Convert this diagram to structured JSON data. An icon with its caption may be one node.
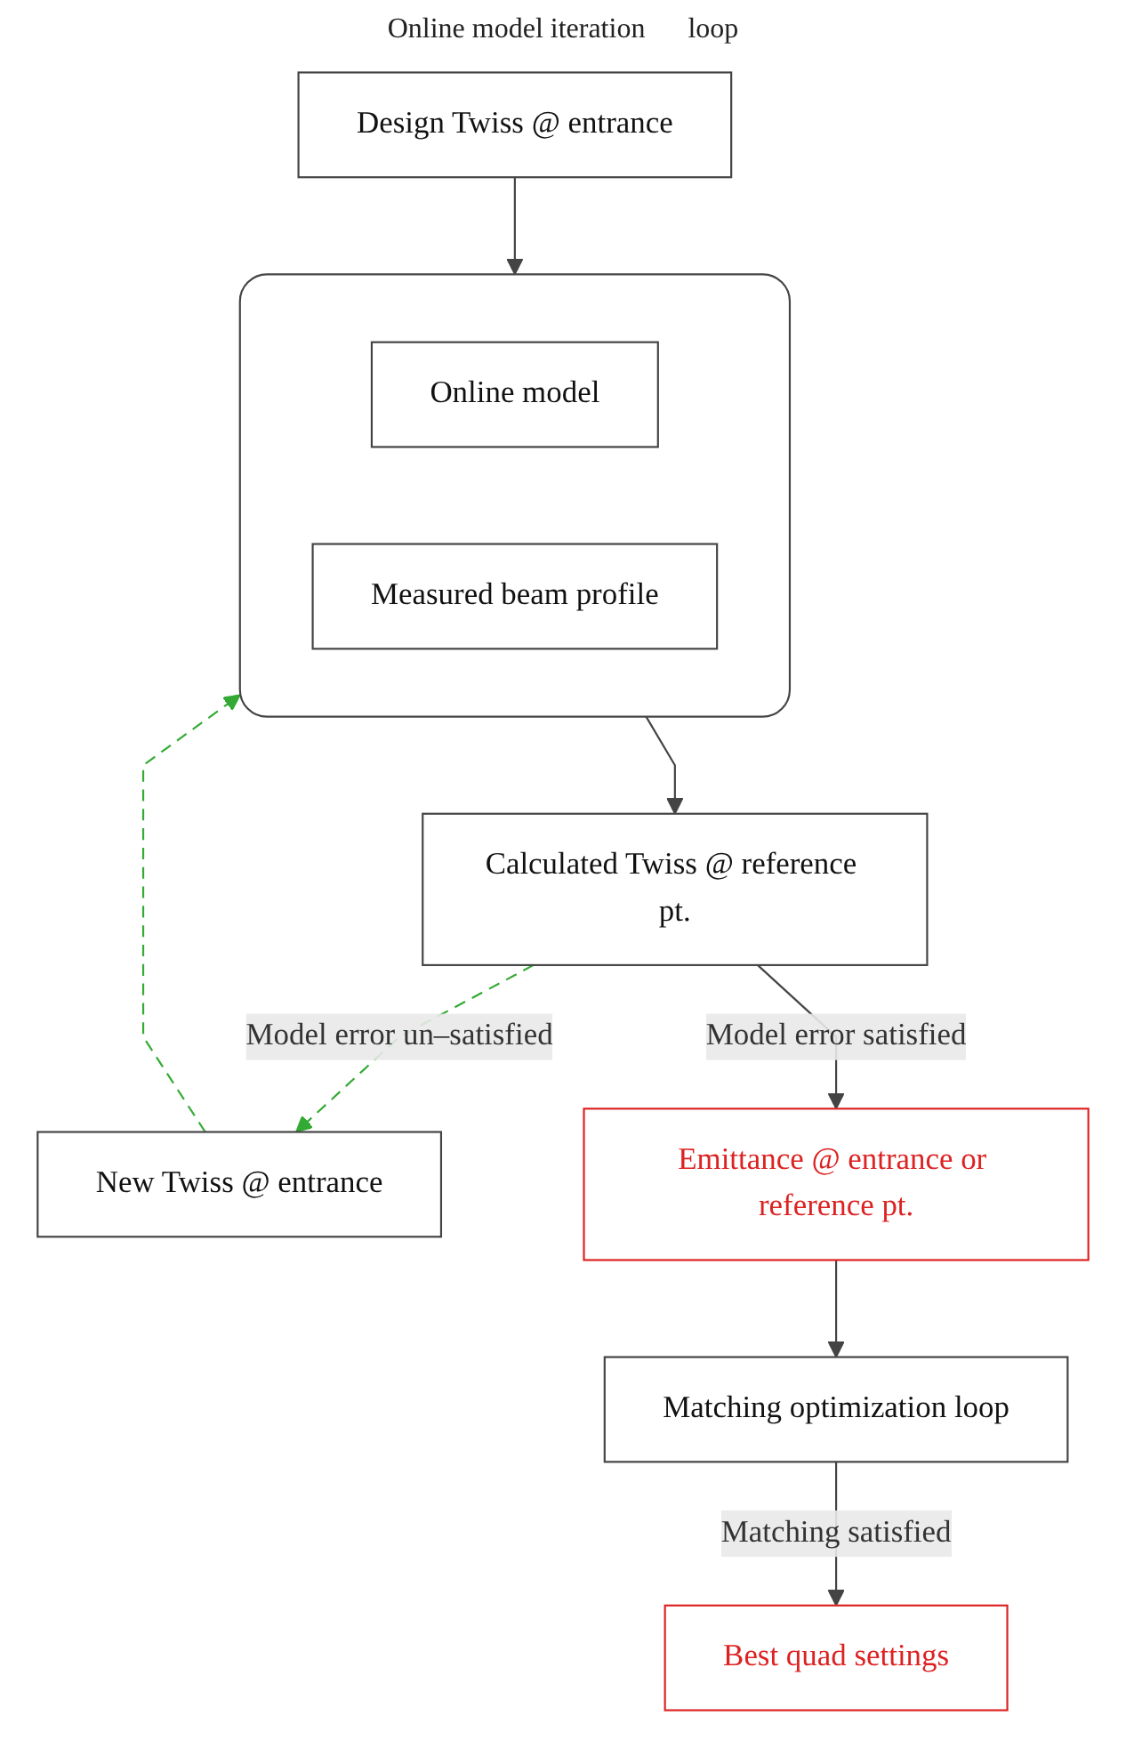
{
  "diagram": {
    "nodes": [
      {
        "text": [
          "Design Twiss @ entrance"
        ]
      },
      {
        "text": [
          "New Twiss @ entrance"
        ]
      },
      {
        "text": [],
        "shape": "box"
      },
      {
        "text": [
          "Online model"
        ],
        "in": 2
      },
      {
        "text": [
          "Measured beam profile"
        ],
        "in": 2
      },
      {
        "text": [
          "Calculated Twiss @ reference pt."
        ]
      },
      {
        "text": [
          "Emittance @ entrance or reference pt."
        ]
      },
      {
        "text": [
          "Matching optimization loop"
        ]
      },
      {
        "text": [
          "Best quad settings"
        ]
      }
    ],
    "edges": [
      {
        "from": 0,
        "to": 2,
        "arrow": "to"
      },
      {
        "from": 1,
        "to": 2,
        "arrow": "to",
        "style": "dashed",
        "color": "#33aa33"
      },
      {
        "from": 2,
        "to": 5,
        "arrow": "to"
      },
      {
        "from": 5,
        "to": 1,
        "arrow": "to",
        "label": "Model error un–satisfied",
        "style": "dashed",
        "color": "#33aa33"
      },
      {
        "from": 5,
        "to": 6,
        "arrow": "to",
        "label": "Model error satisfied"
      },
      {
        "from": 6,
        "to": 7,
        "arrow": "to"
      },
      {
        "from": 7,
        "to": 8,
        "arrow": "to",
        "label": "Matching satisfied"
      }
    ],
    "labels": [
      "Online model iteration",
      "loop"
    ]
  }
}
